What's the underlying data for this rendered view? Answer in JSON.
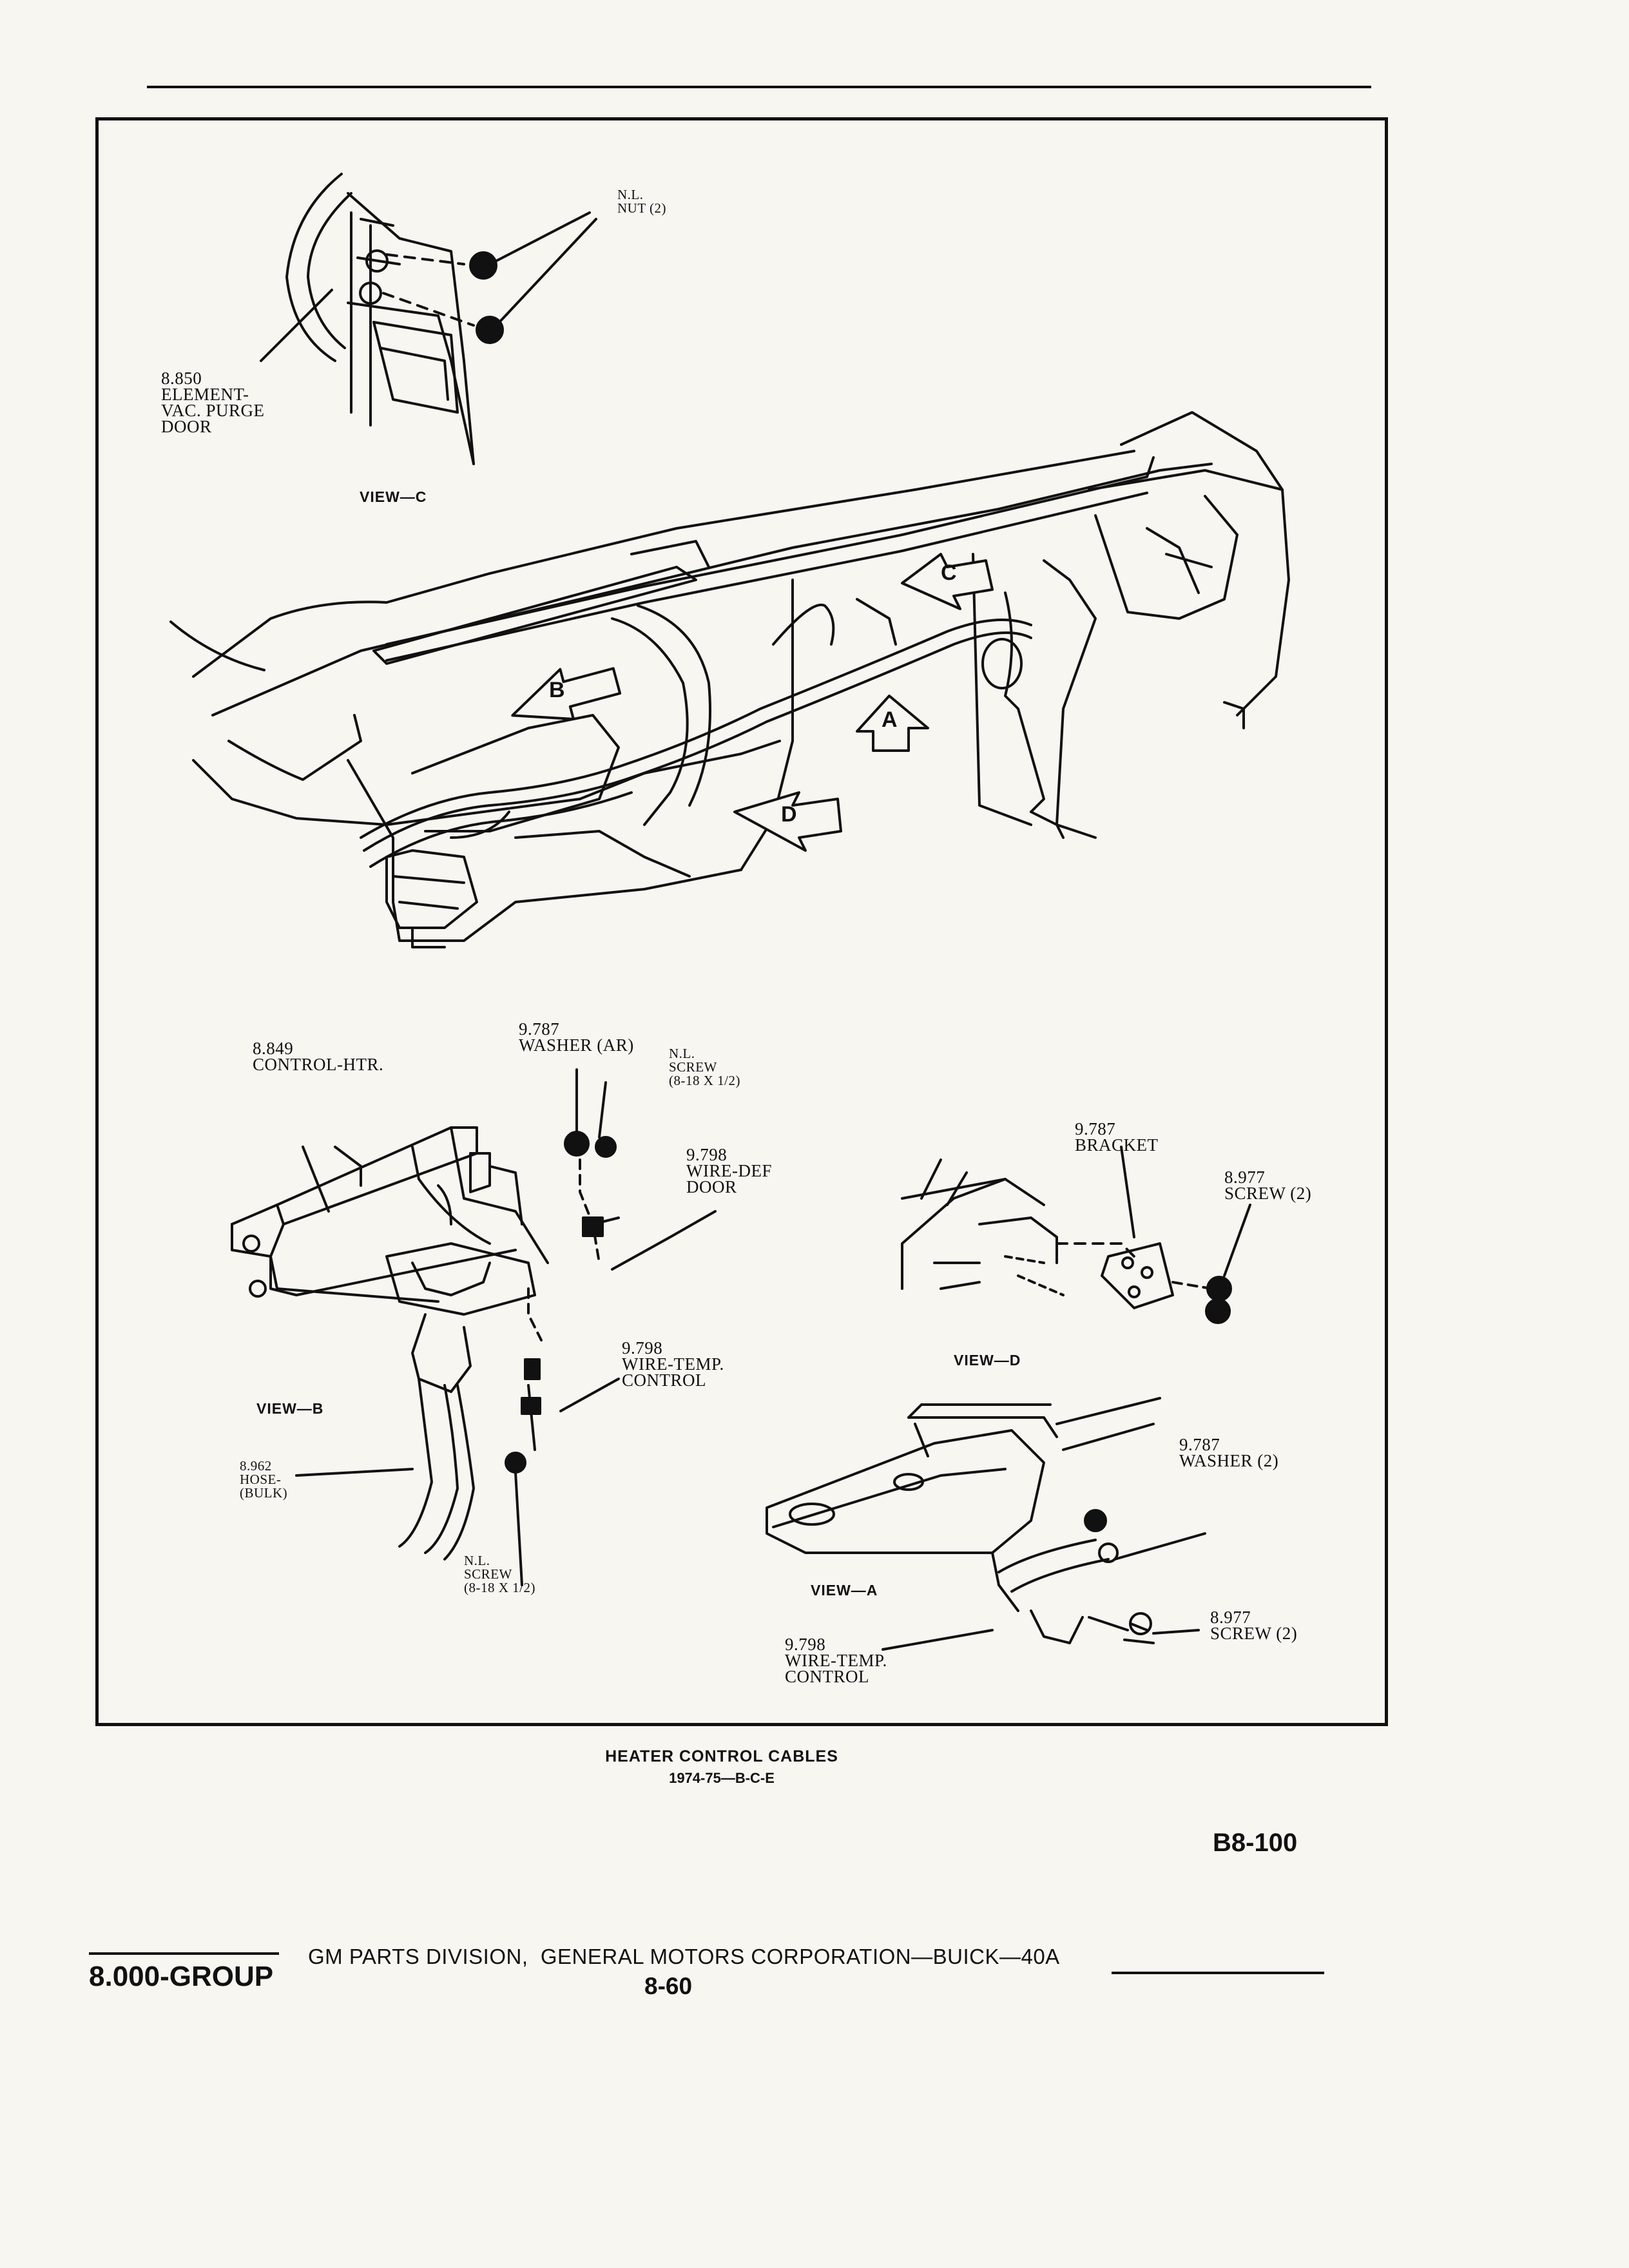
{
  "labels": {
    "nl_nut": "N.L.\nNUT (2)",
    "element_vac": "8.850\nELEMENT-\nVAC. PURGE\nDOOR",
    "control_htr": "8.849\nCONTROL-HTR.",
    "washer_ar": "9.787\nWASHER (AR)",
    "nl_screw_top": "N.L.\nSCREW\n(8-18 x 1/2)",
    "wire_def": "9.798\nWIRE-DEF\nDOOR",
    "bracket": "9.787\nBRACKET",
    "screw_d": "8.977\nSCREW (2)",
    "wire_temp_b": "9.798\nWIRE-TEMP.\nCONTROL",
    "hose_bulk": "8.962\nHOSE-\n(BULK)",
    "nl_screw_bottom": "N.L.\nSCREW\n(8-18 x 1/2)",
    "washer_2": "9.787\nWASHER (2)",
    "screw_a": "8.977\nSCREW (2)",
    "wire_temp_a": "9.798\nWIRE-TEMP.\nCONTROL"
  },
  "views": {
    "c": "VIEW—C",
    "b": "VIEW—B",
    "d": "VIEW—D",
    "a": "VIEW—A"
  },
  "arrows": {
    "a": "A",
    "b": "B",
    "c": "C",
    "d": "D"
  },
  "caption": {
    "line1": "HEATER CONTROL CABLES",
    "line2": "1974-75—B-C-E"
  },
  "ref_code": "B8-100",
  "footer": {
    "group": "8.000-GROUP",
    "title": "GM PARTS DIVISION,  GENERAL MOTORS CORPORATION—BUICK—40A",
    "page": "8-60"
  }
}
